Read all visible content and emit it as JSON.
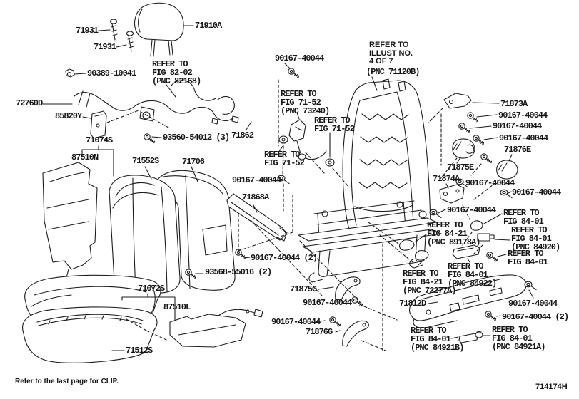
{
  "colors": {
    "ink": "#1c1c1c",
    "background": "#ffffff"
  },
  "footer": {
    "note": "Refer to the last page for CLIP.",
    "drawing_number": "714174H"
  },
  "labels": [
    {
      "text": "71931"
    },
    {
      "text": "71931"
    },
    {
      "text": "71910A"
    },
    {
      "text": "90389-10041"
    },
    {
      "text": "REFER TO\nFIG 82-02\n(PNC 82168)"
    },
    {
      "text": "72760D"
    },
    {
      "text": "85820Y"
    },
    {
      "text": "93560-54012 (3)"
    },
    {
      "text": "71074S"
    },
    {
      "text": "87510N"
    },
    {
      "text": "71552S"
    },
    {
      "text": "71706"
    },
    {
      "text": "90167-40044"
    },
    {
      "text": "REFER TO\nILLUST NO.\n4 OF 7"
    },
    {
      "text": "(PNC 71120B)"
    },
    {
      "text": "REFER TO\nFIG 71-52\n(PNC 73240)"
    },
    {
      "text": "REFER TO\nFIG 71-52"
    },
    {
      "text": "71862"
    },
    {
      "text": "REFER TO\nFIG 71-52"
    },
    {
      "text": "90167-40044"
    },
    {
      "text": "71868A"
    },
    {
      "text": "90167-40044 (2)"
    },
    {
      "text": "93568-55016 (2)"
    },
    {
      "text": "71072S"
    },
    {
      "text": "87510L"
    },
    {
      "text": "71512S"
    },
    {
      "text": "71873A"
    },
    {
      "text": "90167-40044"
    },
    {
      "text": "90167-40044"
    },
    {
      "text": "90167-40044"
    },
    {
      "text": "71876E"
    },
    {
      "text": "71875E"
    },
    {
      "text": "71874A"
    },
    {
      "text": "90167-40044"
    },
    {
      "text": "90167-40044"
    },
    {
      "text": "90167-40044"
    },
    {
      "text": "REFER TO\nFIG 84-01"
    },
    {
      "text": "REFER TO\nFIG 84-01\n(PNC 84920)"
    },
    {
      "text": "REFER TO\nFIG 84-01"
    },
    {
      "text": "REFER TO\nFIG 84-21\n(PNC 89178A)"
    },
    {
      "text": "REFER TO\nFIG 84-01\n(PNC 84922)"
    },
    {
      "text": "REFER TO\nFIG 84-21\n(PNC 72277A)"
    },
    {
      "text": "71812D"
    },
    {
      "text": "71875G"
    },
    {
      "text": "90167-40044"
    },
    {
      "text": "90167-40044"
    },
    {
      "text": "71876G"
    },
    {
      "text": "90167-40044"
    },
    {
      "text": "90167-40044 (2)"
    },
    {
      "text": "REFER TO\nFIG 84-01\n(PNC 84921B)"
    },
    {
      "text": "REFER TO\nFIG 84-01\n(PNC 84921A)"
    }
  ]
}
